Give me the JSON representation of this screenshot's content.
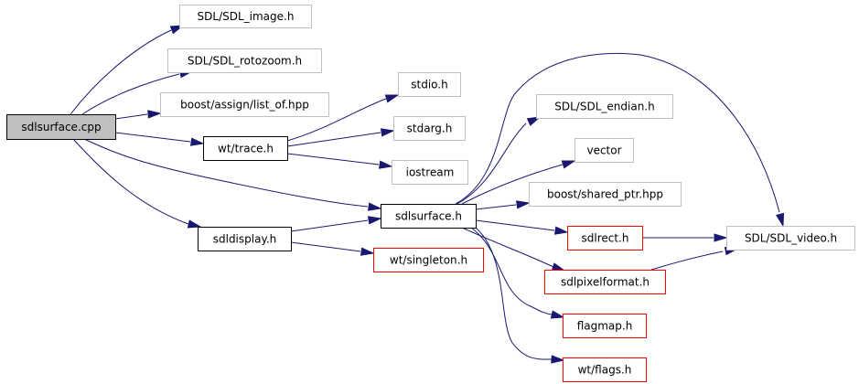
{
  "colors": {
    "edge": "#191970",
    "root_fill": "#bfbfbf",
    "root_border": "#000000",
    "local_border": "#000000",
    "external_border": "#bfbfbf",
    "incomplete_border": "#ff0000"
  },
  "nodes": [
    {
      "id": "sdlsurface_cpp",
      "label": "sdlsurface.cpp",
      "kind": "root"
    },
    {
      "id": "sdl_image",
      "label": "SDL/SDL_image.h",
      "kind": "external"
    },
    {
      "id": "sdl_rotozoom",
      "label": "SDL/SDL_rotozoom.h",
      "kind": "external"
    },
    {
      "id": "list_of",
      "label": "boost/assign/list_of.hpp",
      "kind": "external"
    },
    {
      "id": "trace",
      "label": "wt/trace.h",
      "kind": "local"
    },
    {
      "id": "sdldisplay",
      "label": "sdldisplay.h",
      "kind": "local"
    },
    {
      "id": "stdio",
      "label": "stdio.h",
      "kind": "external"
    },
    {
      "id": "stdarg",
      "label": "stdarg.h",
      "kind": "external"
    },
    {
      "id": "iostream",
      "label": "iostream",
      "kind": "external"
    },
    {
      "id": "sdlsurface_h",
      "label": "sdlsurface.h",
      "kind": "local"
    },
    {
      "id": "singleton",
      "label": "wt/singleton.h",
      "kind": "incomplete"
    },
    {
      "id": "sdl_endian",
      "label": "SDL/SDL_endian.h",
      "kind": "external"
    },
    {
      "id": "vector",
      "label": "vector",
      "kind": "external"
    },
    {
      "id": "shared_ptr",
      "label": "boost/shared_ptr.hpp",
      "kind": "external"
    },
    {
      "id": "sdlrect",
      "label": "sdlrect.h",
      "kind": "incomplete"
    },
    {
      "id": "sdlpixelformat",
      "label": "sdlpixelformat.h",
      "kind": "incomplete"
    },
    {
      "id": "flagmap",
      "label": "flagmap.h",
      "kind": "incomplete"
    },
    {
      "id": "flags",
      "label": "wt/flags.h",
      "kind": "incomplete"
    },
    {
      "id": "sdl_video",
      "label": "SDL/SDL_video.h",
      "kind": "external"
    }
  ],
  "edges": [
    {
      "from": "sdlsurface_cpp",
      "to": "sdl_image"
    },
    {
      "from": "sdlsurface_cpp",
      "to": "sdl_rotozoom"
    },
    {
      "from": "sdlsurface_cpp",
      "to": "list_of"
    },
    {
      "from": "sdlsurface_cpp",
      "to": "trace"
    },
    {
      "from": "sdlsurface_cpp",
      "to": "sdlsurface_h"
    },
    {
      "from": "sdlsurface_cpp",
      "to": "sdldisplay"
    },
    {
      "from": "trace",
      "to": "stdio"
    },
    {
      "from": "trace",
      "to": "stdarg"
    },
    {
      "from": "trace",
      "to": "iostream"
    },
    {
      "from": "sdldisplay",
      "to": "sdlsurface_h"
    },
    {
      "from": "sdldisplay",
      "to": "singleton"
    },
    {
      "from": "sdlsurface_h",
      "to": "sdl_endian"
    },
    {
      "from": "sdlsurface_h",
      "to": "vector"
    },
    {
      "from": "sdlsurface_h",
      "to": "shared_ptr"
    },
    {
      "from": "sdlsurface_h",
      "to": "sdlrect"
    },
    {
      "from": "sdlsurface_h",
      "to": "sdlpixelformat"
    },
    {
      "from": "sdlsurface_h",
      "to": "flagmap"
    },
    {
      "from": "sdlsurface_h",
      "to": "flags"
    },
    {
      "from": "sdlsurface_h",
      "to": "sdl_video"
    },
    {
      "from": "sdlrect",
      "to": "sdl_video"
    },
    {
      "from": "sdlpixelformat",
      "to": "sdl_video"
    }
  ]
}
